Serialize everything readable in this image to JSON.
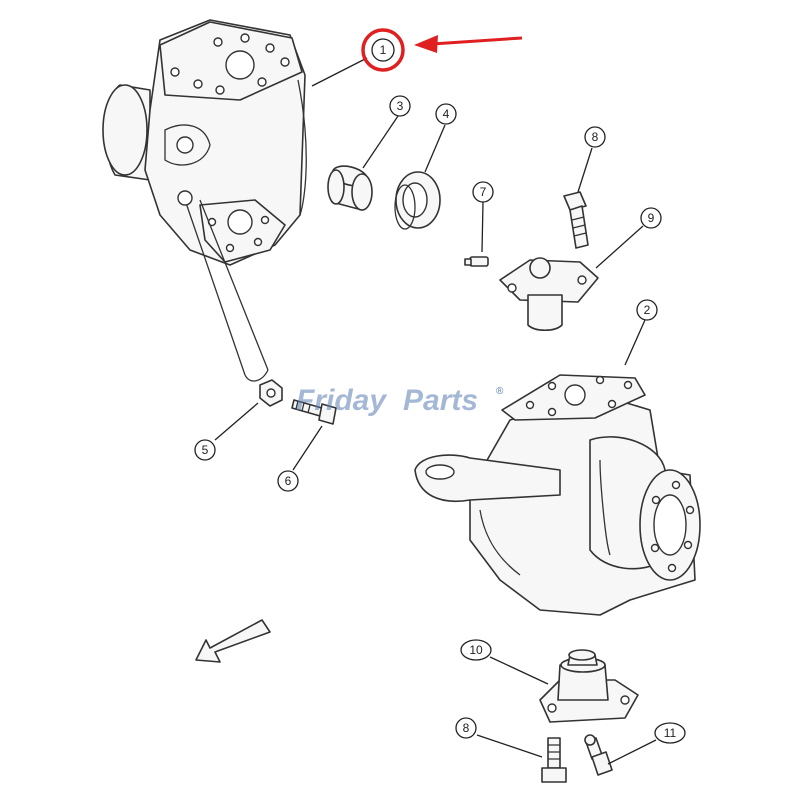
{
  "watermark": {
    "text_part1": "Friday",
    "text_part2": "Parts",
    "reg_mark": "®",
    "color_primary": "#5b7fb5",
    "color_accent": "#f0a030"
  },
  "highlight": {
    "color": "#e02020",
    "target_callout": "1"
  },
  "callouts": [
    {
      "id": "c1",
      "label": "1",
      "part": "steering knuckle (upper view)"
    },
    {
      "id": "c2",
      "label": "2"
    },
    {
      "id": "c3",
      "label": "3"
    },
    {
      "id": "c4",
      "label": "4"
    },
    {
      "id": "c5",
      "label": "5"
    },
    {
      "id": "c6",
      "label": "6"
    },
    {
      "id": "c7",
      "label": "7"
    },
    {
      "id": "c8a",
      "label": "8"
    },
    {
      "id": "c8b",
      "label": "8"
    },
    {
      "id": "c9",
      "label": "9"
    },
    {
      "id": "c10",
      "label": "10"
    },
    {
      "id": "c11",
      "label": "11"
    }
  ],
  "icons": {
    "direction_arrow": "front-direction-arrow-icon",
    "pointer_arrow": "red-pointer-arrow-icon"
  }
}
